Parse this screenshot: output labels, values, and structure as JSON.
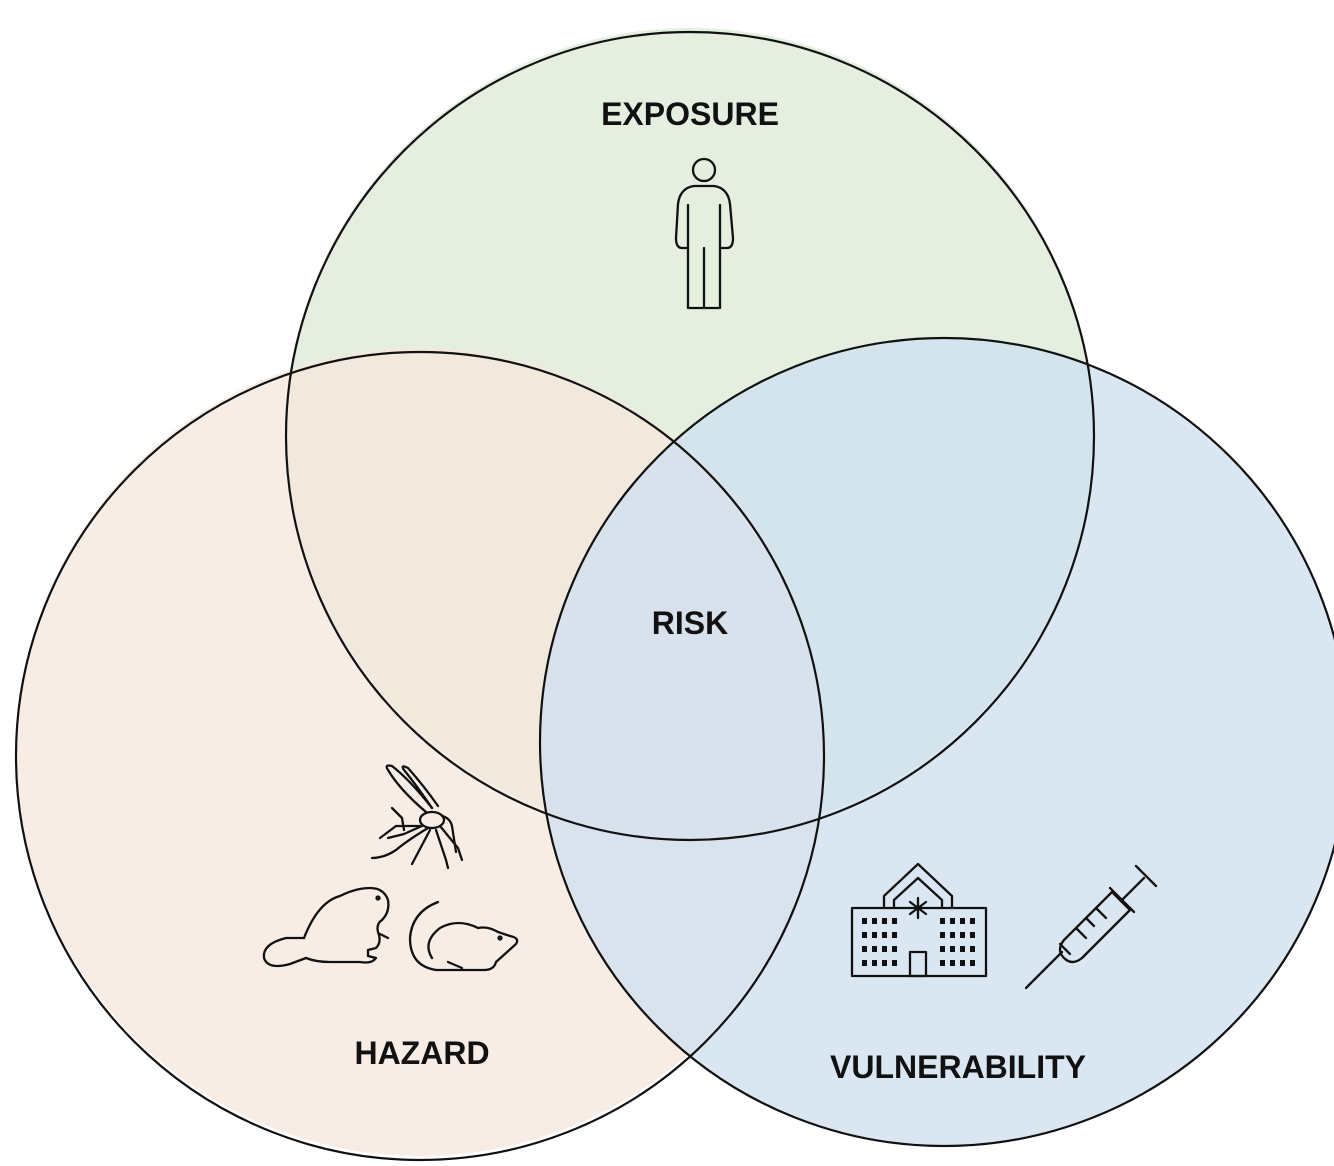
{
  "venn": {
    "exposure": {
      "label": "EXPOSURE",
      "fill_color": "#e3eedd",
      "icon": "person-icon"
    },
    "hazard": {
      "label": "HAZARD",
      "fill_color": "#f6e7dc",
      "icons": [
        "mosquito-icon",
        "beaver-icon",
        "rat-icon"
      ]
    },
    "vulnerability": {
      "label": "VULNERABILITY",
      "fill_color": "#cfe0ef",
      "icons": [
        "hospital-icon",
        "syringe-icon"
      ]
    },
    "center": {
      "label": "RISK",
      "fill_color": "#c9d6e0"
    },
    "outline_color": "#111111"
  }
}
